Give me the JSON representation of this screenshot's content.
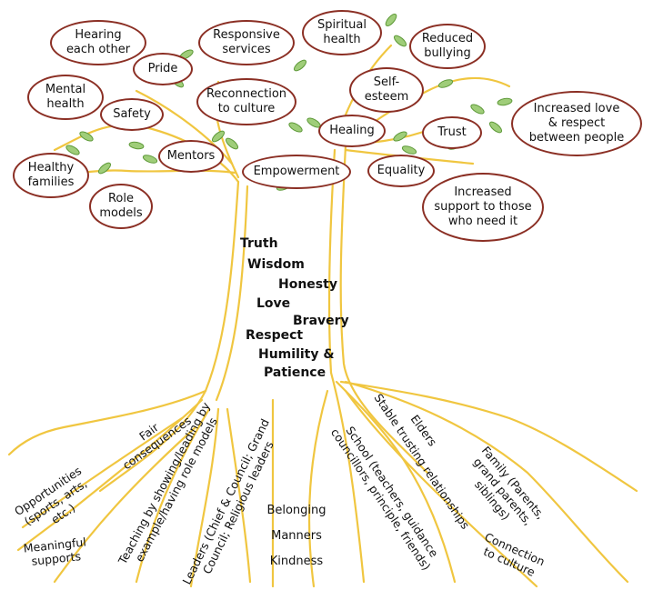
{
  "colors": {
    "oval_border": "#8b2f24",
    "leaf": "#7fb356",
    "trunk": "#f0c640",
    "text": "#111111"
  },
  "canopy_items": [
    "Hearing\neach other",
    "Pride",
    "Responsive\nservices",
    "Spiritual\nhealth",
    "Reduced\nbullying",
    "Mental\nhealth",
    "Safety",
    "Reconnection\nto culture",
    "Self-\nesteem",
    "Increased love\n& respect\nbetween people",
    "Healing",
    "Trust",
    "Healthy\nfamilies",
    "Mentors",
    "Empowerment",
    "Equality",
    "Role\nmodels",
    "Increased\nsupport to those\nwho need it"
  ],
  "trunk_values": [
    "Truth",
    "Wisdom",
    "Honesty",
    "Love",
    "Bravery",
    "Respect",
    "Humility &",
    "Patience"
  ],
  "root_items": [
    "Opportunities\n(sports, arts,\netc.)",
    "Fair\nconsequences",
    "Meaningful\nsupports",
    "Teaching by showing/leading by\nexample/having role models",
    "Leaders (Chief & Council; Grand\nCouncil; Religious leaders",
    "School (teachers, guidance\ncouncillors, principle, friends)",
    "Stable trusting relationships",
    "Elders",
    "Family (Parents,\ngrand parents,\nsiblings)",
    "Connection\nto culture"
  ],
  "base_items": [
    "Belonging",
    "Manners",
    "Kindness"
  ]
}
